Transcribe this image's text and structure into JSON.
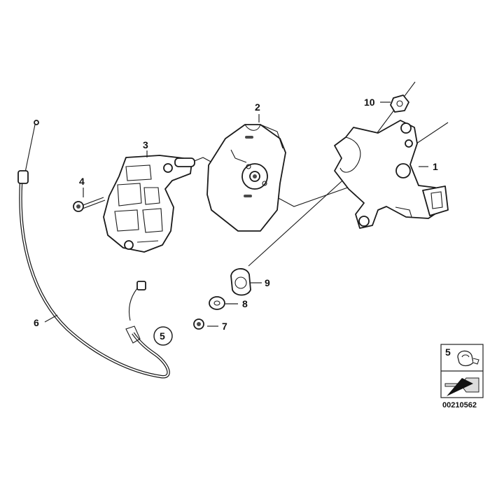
{
  "callouts": {
    "c1": "1",
    "c2": "2",
    "c3": "3",
    "c4": "4",
    "c5": "5",
    "c6": "6",
    "c7": "7",
    "c8": "8",
    "c9": "9",
    "c10": "10"
  },
  "inset": {
    "label": "5",
    "doc_id": "00210562"
  }
}
